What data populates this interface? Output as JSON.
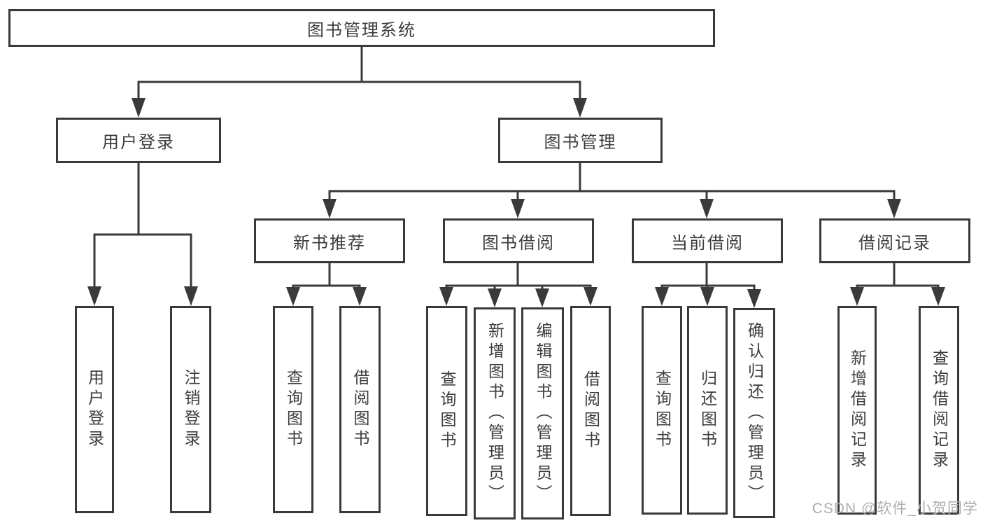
{
  "diagram_title": "图书管理系统",
  "tree": {
    "root": "图书管理系统",
    "branches": [
      {
        "label": "用户登录",
        "children": [
          "用户登录",
          "注销登录"
        ]
      },
      {
        "label": "图书管理",
        "children": [
          {
            "label": "新书推荐",
            "children": [
              "查询图书",
              "借阅图书"
            ]
          },
          {
            "label": "图书借阅",
            "children": [
              "查询图书",
              "新增图书（管理员）",
              "编辑图书（管理员）",
              "借阅图书"
            ]
          },
          {
            "label": "当前借阅",
            "children": [
              "查询图书",
              "归还图书",
              "确认归还（管理员）"
            ]
          },
          {
            "label": "借阅记录",
            "children": [
              "新增借阅记录",
              "查询借阅记录"
            ]
          }
        ]
      }
    ]
  },
  "watermark": "CSDN @软件_小贺同学",
  "colors": {
    "line": "#3a3a3a",
    "box_border": "#3a3a3a",
    "box_background": "#ffffff",
    "text": "#3d3d3d",
    "watermark_text": "#aeaeae",
    "background": "#ffffff"
  }
}
